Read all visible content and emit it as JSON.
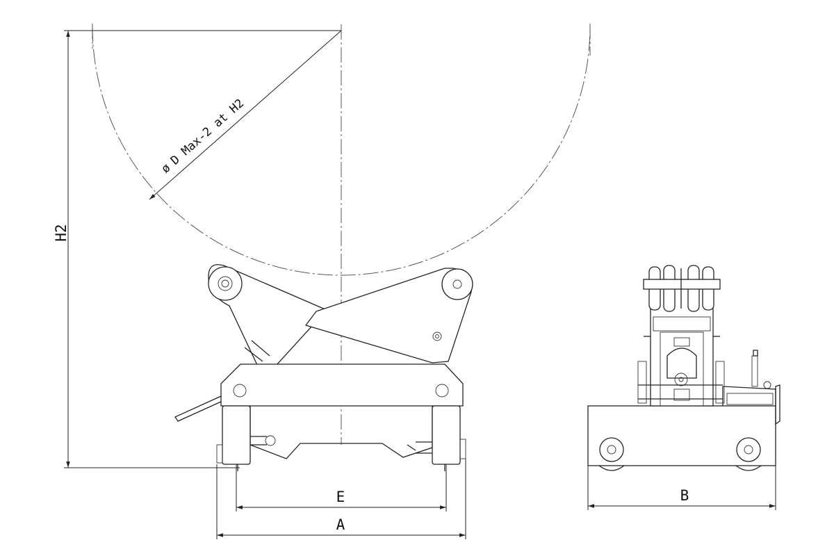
{
  "dimensions": {
    "diameter_symbol": "ø",
    "diameter_label": "D Max-2 at H2",
    "height_label": "H2",
    "inner_width_label": "E",
    "outer_width_label": "A",
    "side_width_label": "B"
  }
}
